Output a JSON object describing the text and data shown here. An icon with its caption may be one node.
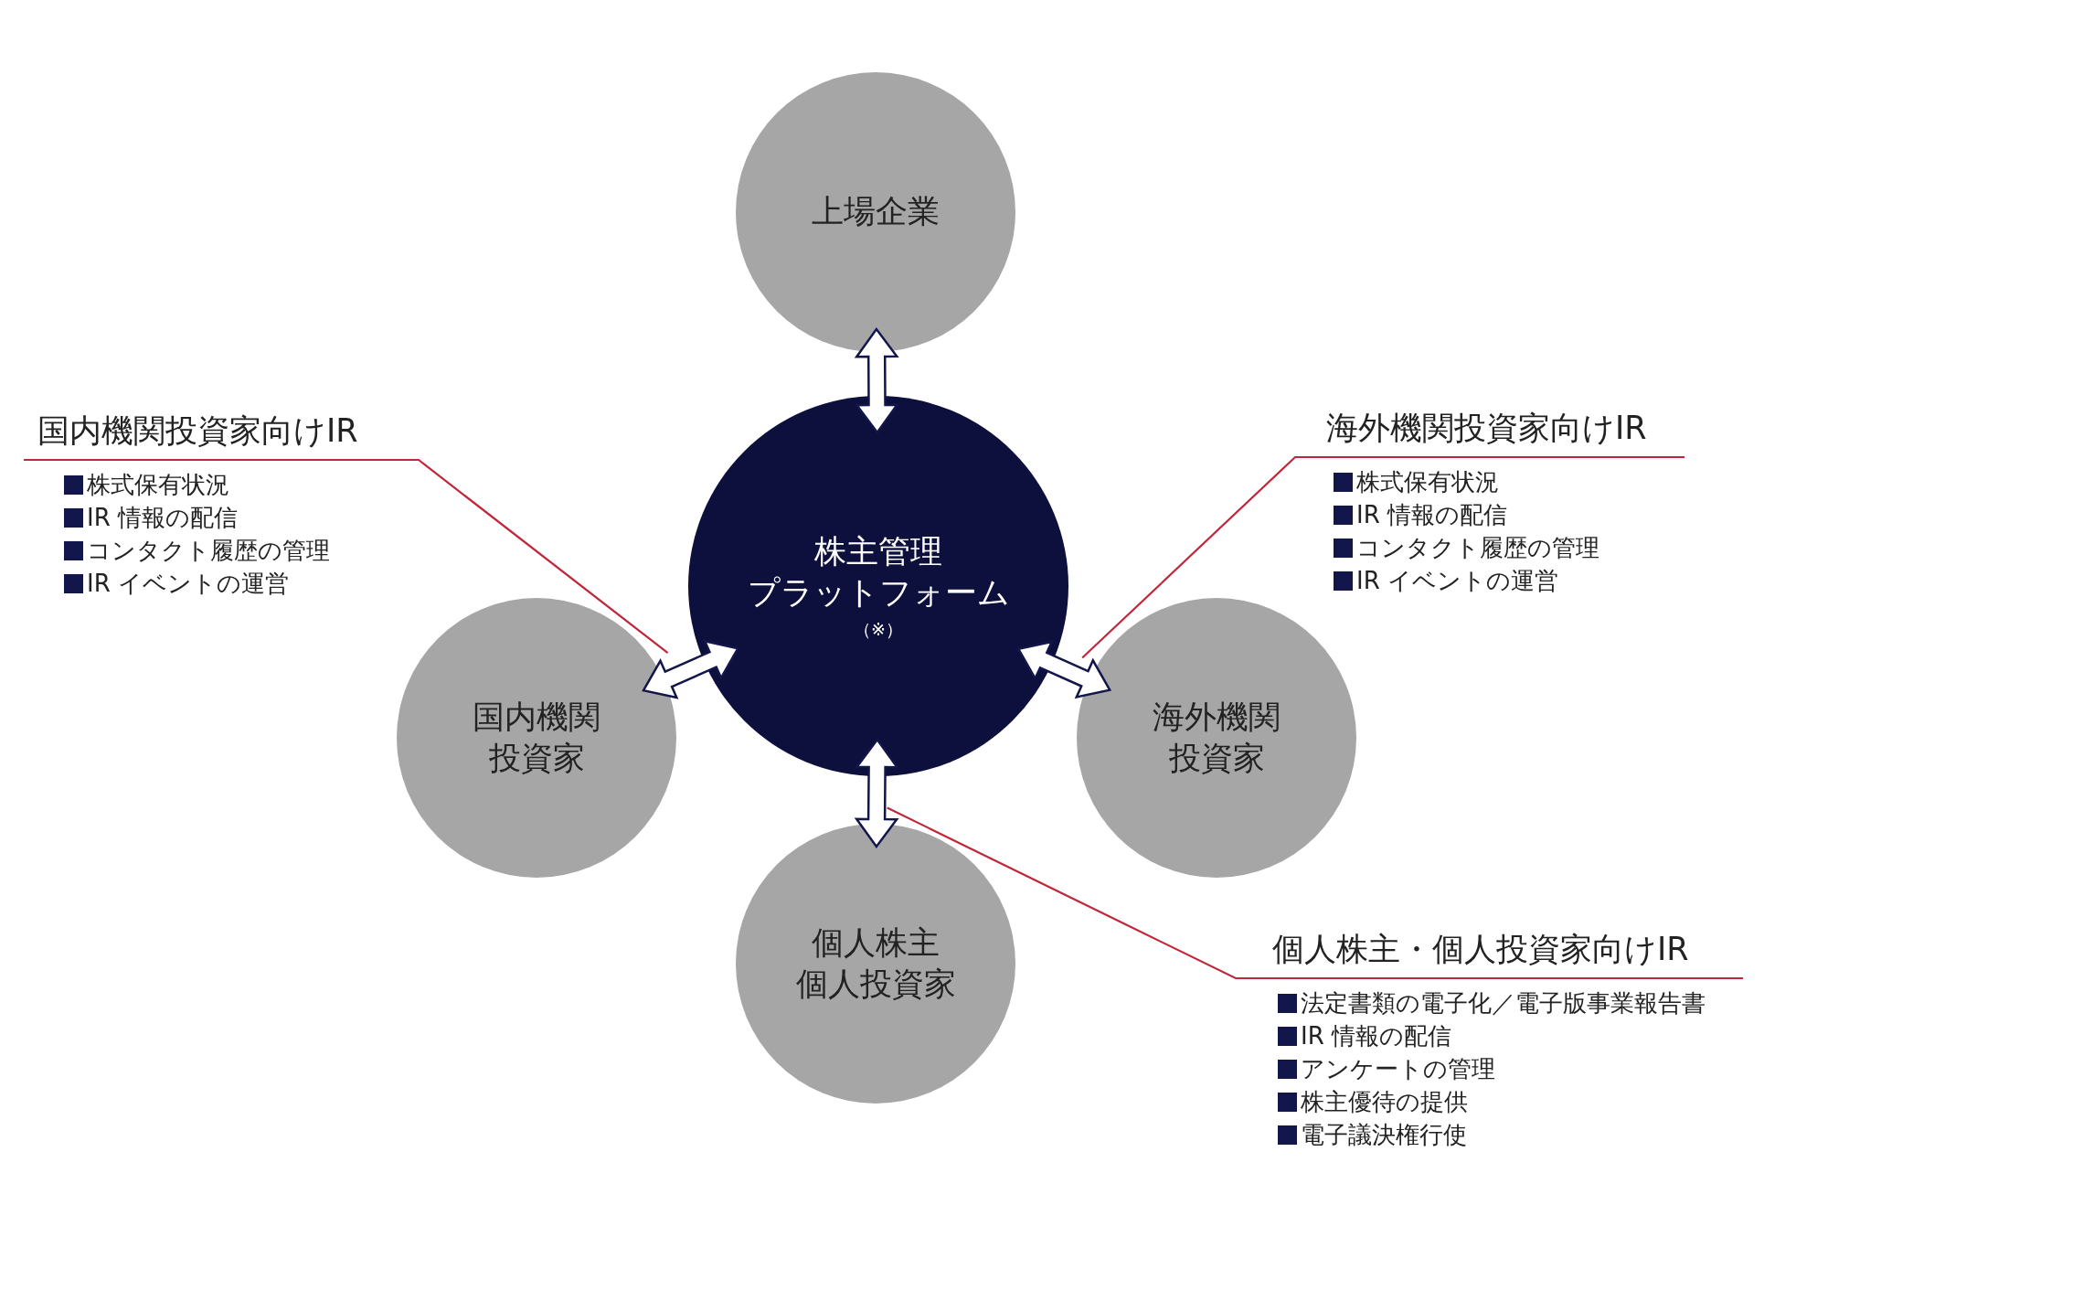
{
  "diagram": {
    "nodes": [
      {
        "text": [
          "上場企業"
        ]
      },
      {
        "text": [
          "株主管理プラットフォーム",
          "（※）"
        ]
      },
      {
        "text": [
          "国内機関投資家"
        ]
      },
      {
        "text": [
          "海外機関投資家"
        ]
      },
      {
        "text": [
          "個人株主個人投資家"
        ]
      },
      {
        "text": [
          "国内機関投資家向けIR",
          "株式保有状況",
          "IR 情報の配信",
          "コンタクト履歴の管理",
          "IR イベントの運営"
        ]
      },
      {
        "text": [
          "海外機関投資家向けIR",
          "株式保有状況",
          "IR 情報の配信",
          "コンタクト履歴の管理",
          "IR イベントの運営"
        ]
      },
      {
        "text": [
          "個人株主・個人投資家向けIR",
          "法定書類の電子化／電子版事業報告書",
          "IR 情報の配信",
          "アンケートの管理",
          "株主優待の提供",
          "電子議決権行使"
        ]
      }
    ],
    "edges": [
      {
        "from": 1,
        "to": 0,
        "arrow": "both"
      },
      {
        "from": 1,
        "to": 2,
        "arrow": "both"
      },
      {
        "from": 1,
        "to": 3,
        "arrow": "both"
      },
      {
        "from": 1,
        "to": 4,
        "arrow": "both"
      },
      {
        "from": 5,
        "to": 2,
        "arrow": "none",
        "color": "#c0273a"
      },
      {
        "from": 6,
        "to": 3,
        "arrow": "none",
        "color": "#c0273a"
      },
      {
        "from": 7,
        "to": 4,
        "arrow": "none",
        "color": "#c0273a"
      }
    ]
  }
}
